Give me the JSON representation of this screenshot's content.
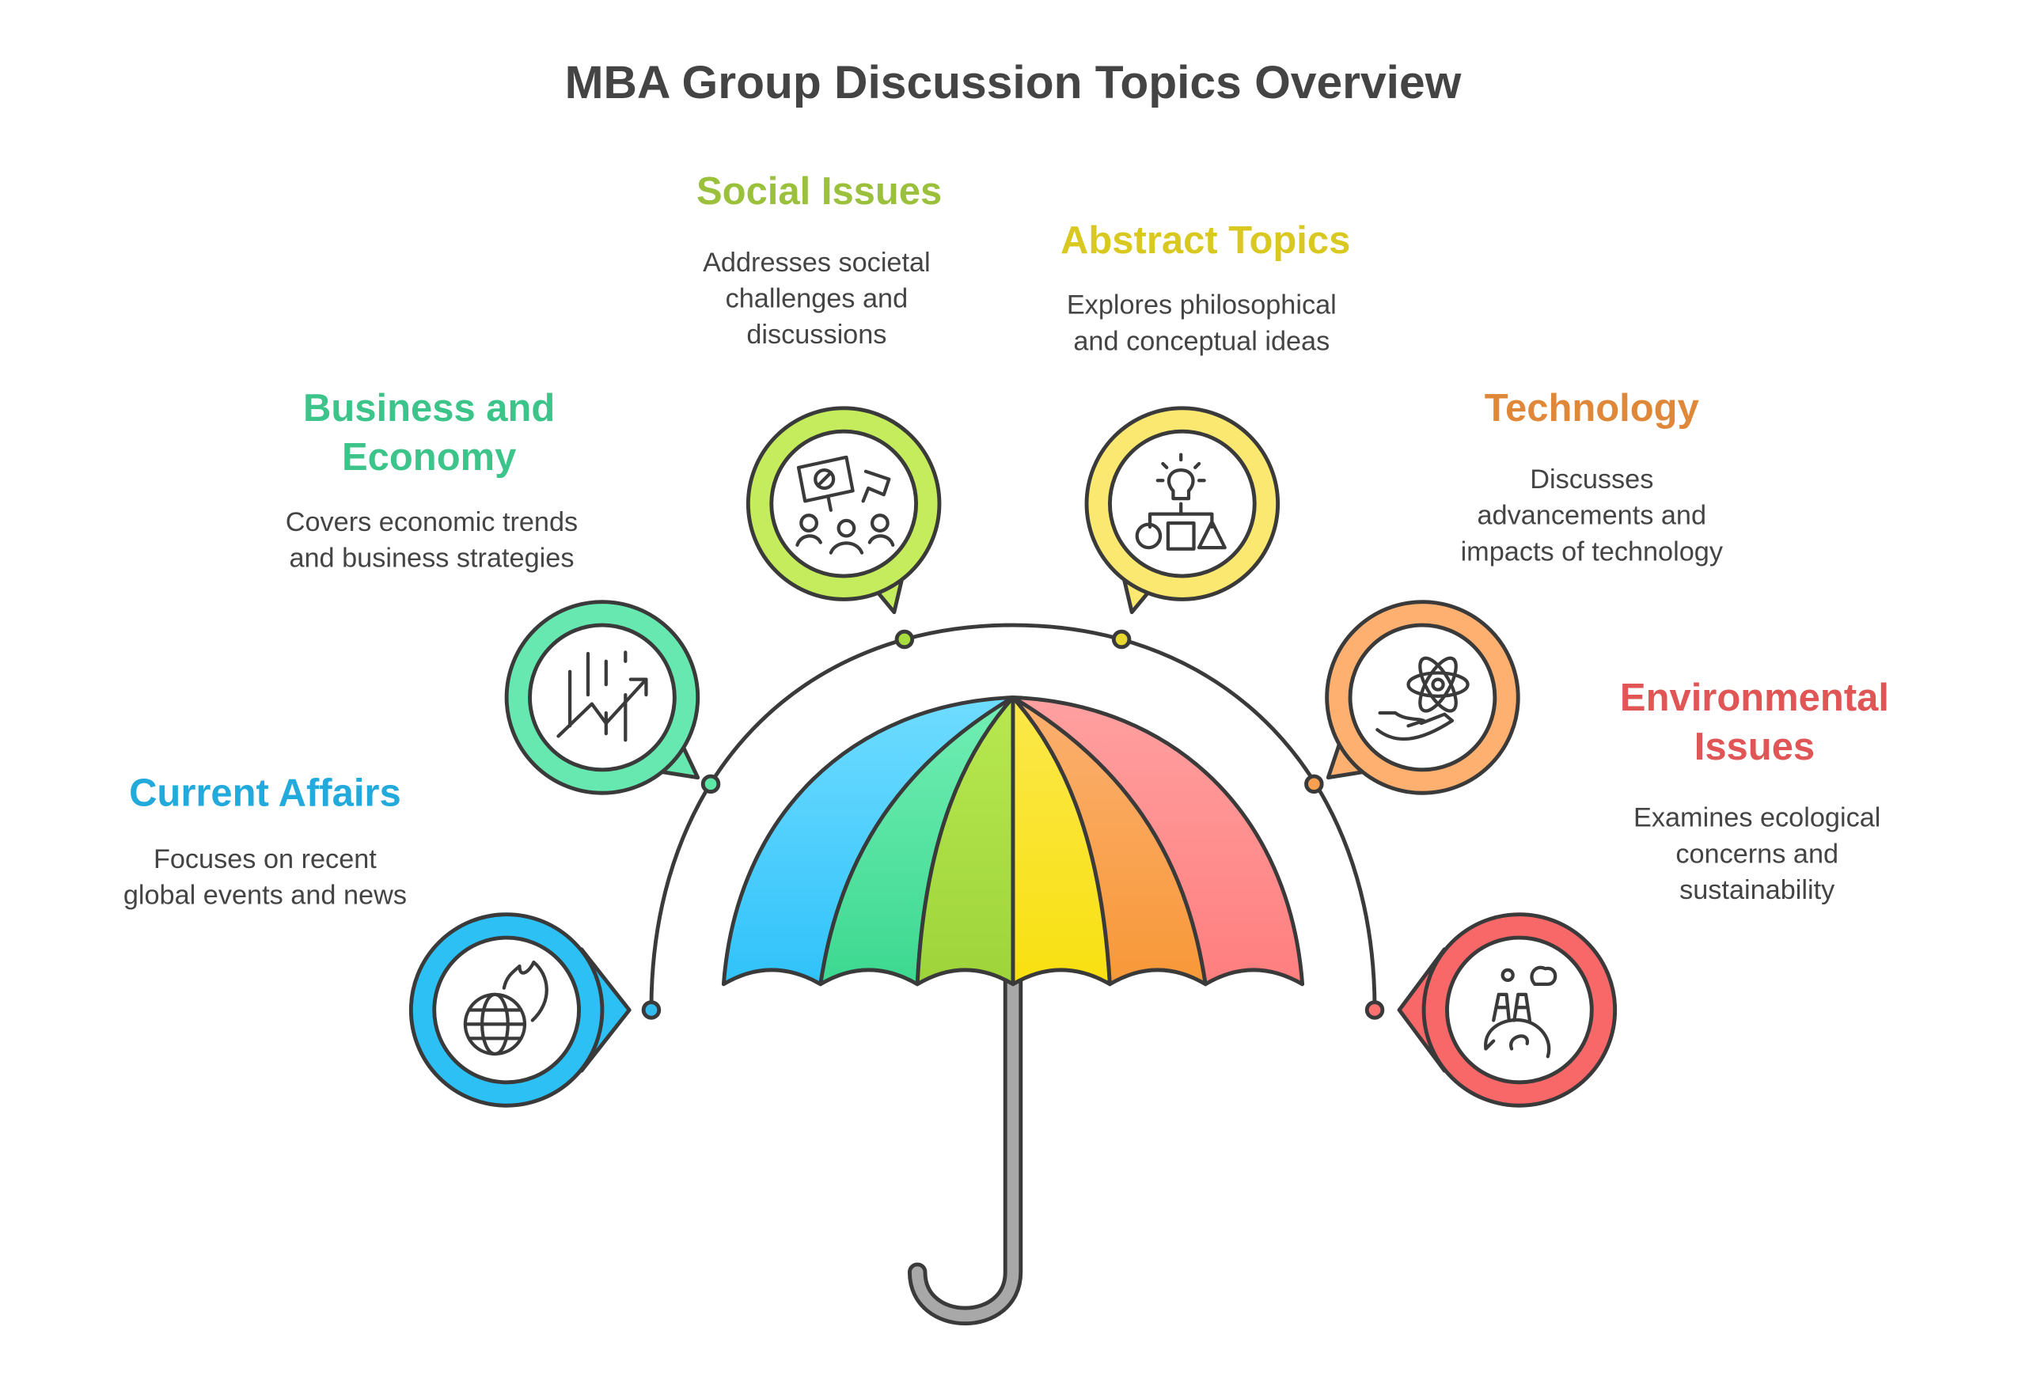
{
  "title": "MBA Group Discussion Topics Overview",
  "topics": [
    {
      "id": "current-affairs",
      "title": [
        "Current Affairs"
      ],
      "description": [
        "Focuses on recent",
        "global events and news"
      ],
      "color": "#22aadd",
      "icon": "globe-fire-icon"
    },
    {
      "id": "business-economy",
      "title": [
        "Business and",
        "Economy"
      ],
      "description": [
        "Covers economic trends",
        "and business strategies"
      ],
      "color": "#3cc48a",
      "icon": "chart-growth-icon"
    },
    {
      "id": "social-issues",
      "title": [
        "Social Issues"
      ],
      "description": [
        "Addresses societal",
        "challenges and",
        "discussions"
      ],
      "color": "#9ac03c",
      "icon": "protest-people-icon"
    },
    {
      "id": "abstract-topics",
      "title": [
        "Abstract Topics"
      ],
      "description": [
        "Explores philosophical",
        "and conceptual ideas"
      ],
      "color": "#d8c820",
      "icon": "idea-shapes-icon"
    },
    {
      "id": "technology",
      "title": [
        "Technology"
      ],
      "description": [
        "Discusses",
        "advancements and",
        "impacts of technology"
      ],
      "color": "#e0883a",
      "icon": "atom-hand-icon"
    },
    {
      "id": "environmental-issues",
      "title": [
        "Environmental",
        "Issues"
      ],
      "description": [
        "Examines ecological",
        "concerns and",
        "sustainability"
      ],
      "color": "#e05555",
      "icon": "factory-earth-icon"
    }
  ]
}
